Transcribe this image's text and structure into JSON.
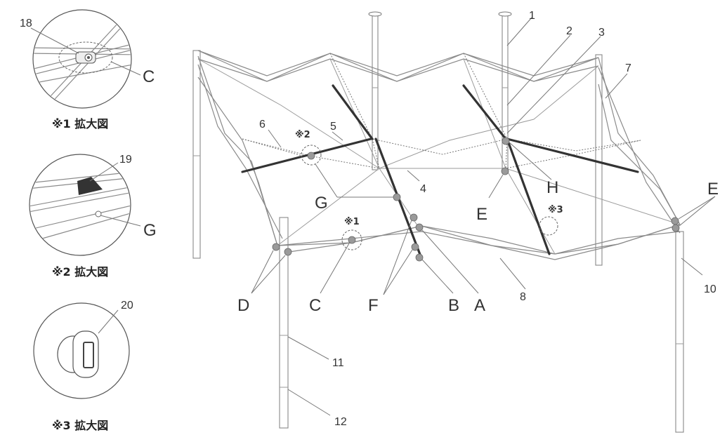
{
  "insets": [
    {
      "mark": "※1",
      "caption": "※1 拡大図",
      "part": "18",
      "letter": "C"
    },
    {
      "mark": "※2",
      "caption": "※2 拡大図",
      "part": "19",
      "letter": "G"
    },
    {
      "mark": "※3",
      "caption": "※3 拡大図",
      "part": "20"
    }
  ],
  "part_numbers": [
    "1",
    "2",
    "3",
    "4",
    "5",
    "6",
    "7",
    "8",
    "10",
    "11",
    "12"
  ],
  "joint_letters": {
    "A": "A",
    "B": "B",
    "C": "C",
    "D": "D",
    "E": "E",
    "F": "F",
    "G": "G",
    "H": "H"
  },
  "callout_marks": {
    "m1": "※1",
    "m2": "※2",
    "m3": "※3"
  }
}
